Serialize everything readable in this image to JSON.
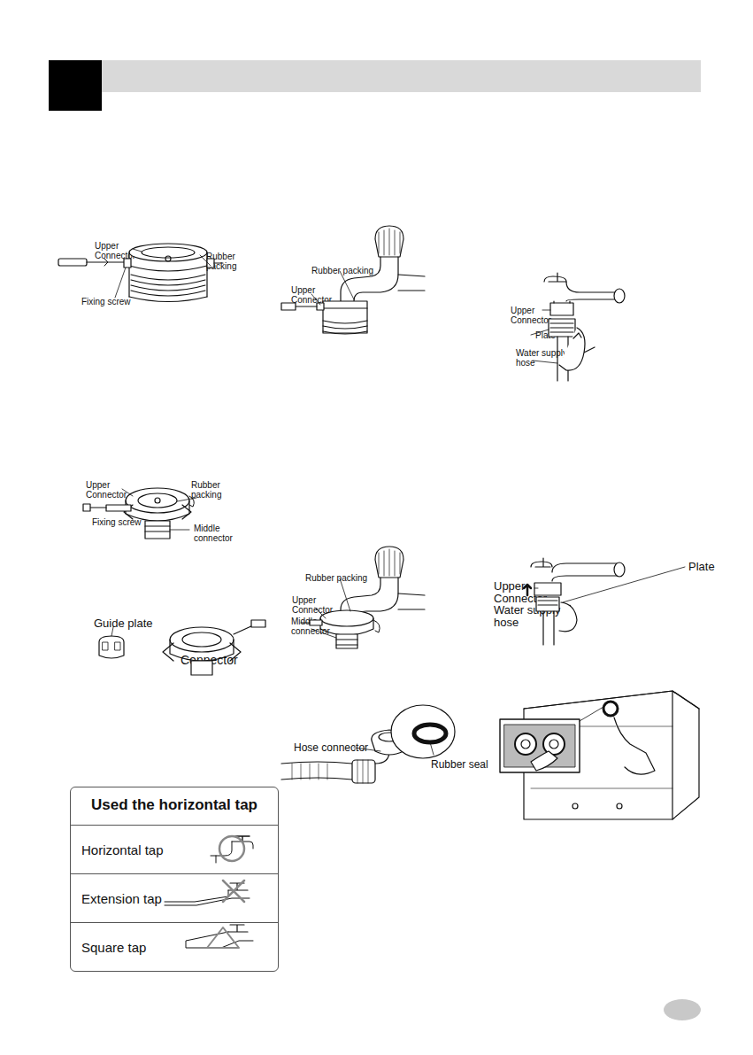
{
  "diagram": {
    "nodes": [
      {
        "text": [
          "Used the horizontal tap"
        ]
      },
      {
        "text": [
          "Horizontal tap"
        ],
        "in": 0
      },
      {
        "text": [
          "Extension tap"
        ],
        "in": 0
      },
      {
        "text": [
          "Square tap"
        ],
        "in": 0
      }
    ],
    "labels": [
      "Upper Connector",
      "Rubber packing",
      "Fixing screw",
      "Rubber packing",
      "Upper Connector",
      "Upper Connector",
      "Plate",
      "Water supply hose",
      "Upper Connector",
      "Rubber packing",
      "Fixing screw",
      "Middle connector",
      "Guide plate",
      "Connector",
      "Rubber packing",
      "Upper Connector",
      "Middle connector",
      "Upper Connector",
      "Plate",
      "Water supply hose",
      "Hose connector",
      "Rubber seal"
    ]
  }
}
